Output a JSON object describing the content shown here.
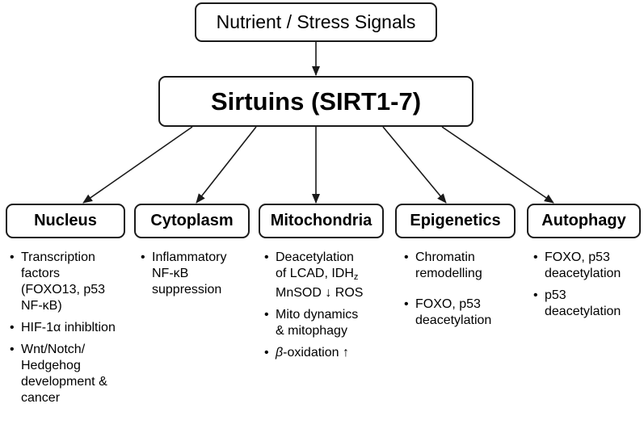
{
  "top_box": {
    "label": "Nutrient / Stress Signals"
  },
  "main_box": {
    "label": "Sirtuins (SIRT1-7)"
  },
  "categories": [
    {
      "label": "Nucleus"
    },
    {
      "label": "Cytoplasm"
    },
    {
      "label": "Mitochondria"
    },
    {
      "label": "Epigenetics"
    },
    {
      "label": "Autophagy"
    }
  ],
  "nucleus": {
    "b1_line1": "Transcription",
    "b1_line2": "factors",
    "b1_line3": "(FOXO13, p53",
    "b1_line4": "NF-κB)",
    "b2": "HIF-1α inhibltion",
    "b3_line1": "Wnt/Notch/",
    "b3_line2": "Hedgehog",
    "b3_line3": "development &",
    "b3_line4": "cancer"
  },
  "cytoplasm": {
    "b1_line1": "Inflammatory",
    "b1_line2": "NF-κB",
    "b1_line3": "suppression"
  },
  "mitochondria": {
    "b1_line1": "Deacetylation",
    "b1_line2_pre": "of LCAD, IDH",
    "b1_line2_sub": "z",
    "b1_line3": "MnSOD ↓ ROS",
    "b2_line1": "Mito dynamics",
    "b2_line2": "& mitophagy",
    "b3_beta": "β",
    "b3_rest": "-oxidation ↑"
  },
  "epigenetics": {
    "b1_line1": "Chromatin",
    "b1_line2": "remodelling",
    "b2_line1": "FOXO, p53",
    "b2_line2": "deacetylation"
  },
  "autophagy": {
    "b1_line1": "FOXO, p53",
    "b1_line2": "deacetylation",
    "b2_line1": "p53",
    "b2_line2": "deacetylation"
  }
}
